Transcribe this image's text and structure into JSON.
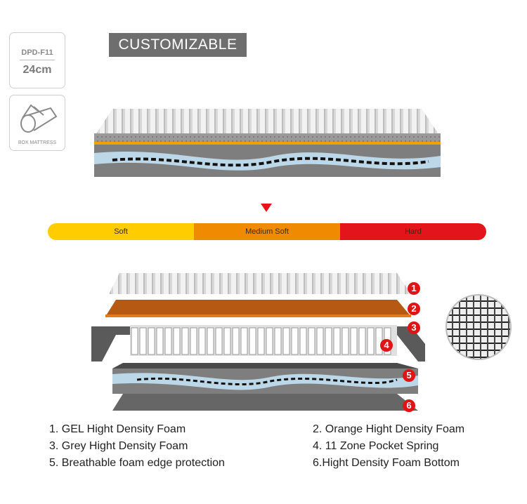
{
  "model_badge": {
    "code": "DPD-F11",
    "height": "24cm"
  },
  "box_badge": {
    "label": "BOX MATTRESS"
  },
  "tag": "CUSTOMIZABLE",
  "firmness": {
    "levels": [
      {
        "label": "Soft",
        "color": "#ffcc00"
      },
      {
        "label": "Medium Soft",
        "color": "#f08a00"
      },
      {
        "label": "Hard",
        "color": "#e3141b"
      }
    ],
    "indicator_color": "#e3141b"
  },
  "layers": {
    "markers": [
      "1",
      "2",
      "3",
      "4",
      "5",
      "6"
    ],
    "legend": [
      "1. GEL Hight Density Foam",
      "2. Orange Hight Density Foam",
      "3. Grey Hight Density Foam",
      "4. 11 Zone Pocket Spring",
      "5. Breathable foam edge protection",
      "6.Hight Density Foam Bottom"
    ]
  }
}
